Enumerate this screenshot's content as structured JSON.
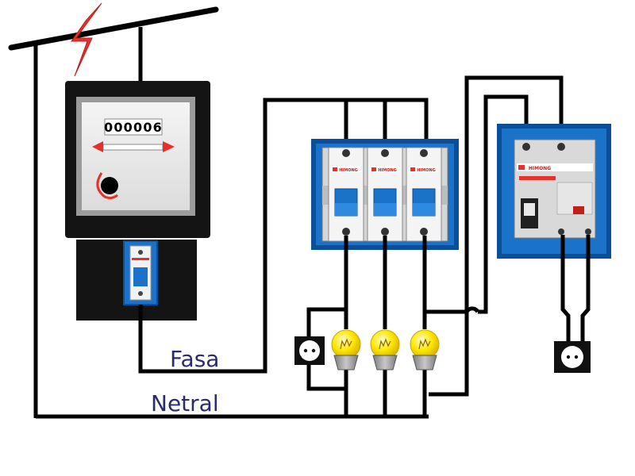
{
  "meter": {
    "reading": "000006"
  },
  "labels": {
    "phase": "Fasa",
    "neutral": "Netral"
  },
  "breakers": {
    "brand": "HIMONG",
    "count": 3
  },
  "rcbo": {
    "brand": "HIMONG"
  },
  "colors": {
    "wire": "#000000",
    "panel_blue": "#1a73c8",
    "panel_blue_dark": "#0b4f9a",
    "meter_body": "#141414",
    "lightning": "#e8302a",
    "bulb": "#ffe800",
    "label_text": "#2a2a6e"
  }
}
